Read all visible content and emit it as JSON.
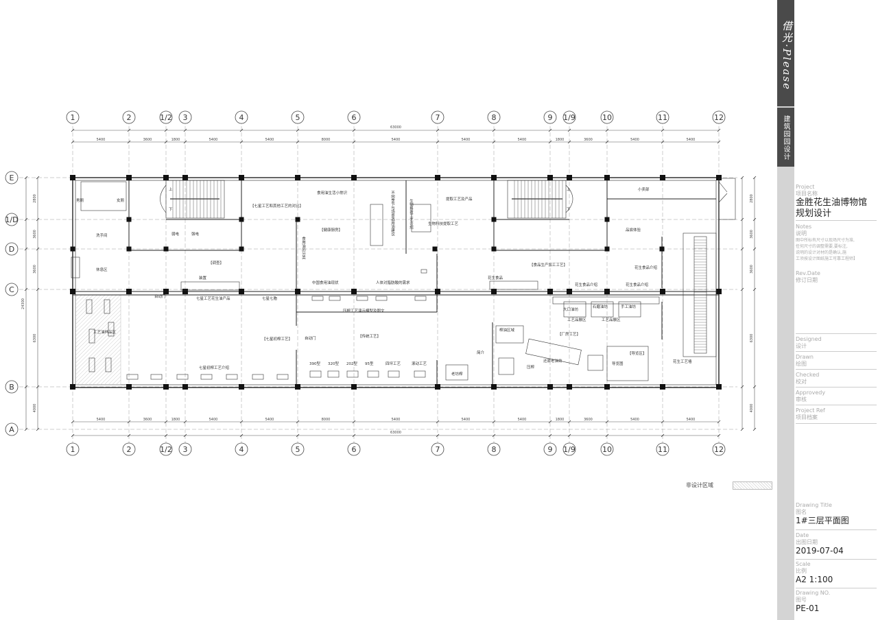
{
  "logo": {
    "text": "借光·Please"
  },
  "brand": {
    "text": "建筑园园设计"
  },
  "grid": {
    "columns": [
      "1",
      "2",
      "1/2",
      "3",
      "4",
      "5",
      "6",
      "7",
      "8",
      "9",
      "1/9",
      "10",
      "11",
      "12"
    ],
    "rows": [
      "E",
      "1/D",
      "D",
      "C",
      "B",
      "A"
    ],
    "top_total": "63000",
    "bottom_total": "63000",
    "dims": [
      "5400",
      "3600",
      "1800",
      "5400",
      "5400",
      "8000",
      "5400",
      "5400",
      "5400",
      "1800",
      "3600",
      "5400",
      "5400"
    ],
    "row_dims_left": [
      "2800",
      "3600",
      "3600",
      "6300",
      "4000"
    ],
    "row_dims_right": [
      "2800",
      "3600",
      "3600",
      "6300",
      "4000"
    ],
    "left_total": "24300"
  },
  "rooms": {
    "men_wc": "男厕",
    "women_wc": "女厕",
    "washroom": "洗手间",
    "rest_area": "休息区",
    "elec_weak": "弱电",
    "elec_strong": "强电",
    "stairs_up": "上",
    "stairs_down": "下",
    "craft_study": "【七星工艺和其他工艺的对比】",
    "edible_oil_knowledge": "食用油生活小常识",
    "not_same": "不同季节与场景选用油建议",
    "health_kitchen": "【健康厨房】",
    "edible_oil_classification": "食用油的分类",
    "bio_craft": "生物科技工艺介绍",
    "extraction": "提取工艺及产品",
    "bio_extraction": "生物科技提取工艺",
    "food_production": "【食品生产加工工艺】",
    "peanut_food_intro": "花生食品介绍",
    "peanut_food": "花生食品",
    "small_booth": "小卖部",
    "gift_experience": "品尝体验",
    "status_quo": "【调查】",
    "oil_bar": "装置",
    "china_oil_status": "中国食用油现状",
    "body_fat": "人体对脂肪酸的需求",
    "seven_star": "七星七胞",
    "seven_star_craft": "七星工艺花生油产品",
    "green_door": "自动门",
    "craft_exhibit": "工艺油样品区",
    "seven_star_press": "【七星初榨工艺】",
    "seven_star_intro": "七星初榨工艺介绍",
    "press_method": "压榨工艺演示模型及图文",
    "traditional_craft": "【传统工艺】",
    "auto_door": "自动门",
    "model_390": "390型",
    "model_320": "320型",
    "model_202": "202型",
    "model_95": "95型",
    "artisan_1": "四坪工艺",
    "artisan_2": "滚动工艺",
    "old_press": "老坊榨",
    "peanut_intro": "花生食品介绍",
    "peanut_demo": "花生食品介绍",
    "dianzi": "大口油坊",
    "oil_store": "石磨油坊",
    "hand_squeeze": "手工油坊",
    "craft_area_1": "工艺品展区",
    "craft_area_2": "工艺品展区",
    "factory_exp": "【厂房工艺】",
    "guide_area": "【导览区】",
    "guide_map": "导览图",
    "peanut_craft": "花生工艺墙",
    "press_demo": "榨油区域",
    "fried_area": "还原老油坊",
    "intro_board": "简介",
    "pressing": "压榨"
  },
  "legend": {
    "label": "非设计区域"
  },
  "title_block": {
    "project_label_en": "Project",
    "project_label_cn": "项目名称",
    "project_name_1": "金胜花生油博物馆",
    "project_name_2": "规划设计",
    "notes_label_en": "Notes",
    "notes_label_cn": "说明",
    "notes_text_1": "图中所标有尺寸以现场尺寸为准,",
    "notes_text_2": "任何尺寸的调整需要,要标注,",
    "notes_text_3": "说明的设计对材的是确认,施",
    "notes_text_4": "工须按设计图纸施工可靠工程师】",
    "rev_label_en": "Rev.Date",
    "rev_label_cn": "修订日期",
    "designed_en": "Designed",
    "designed_cn": "设计",
    "drawn_en": "Drawn",
    "drawn_cn": "绘图",
    "checked_en": "Checked",
    "checked_cn": "校对",
    "approved_en": "Approvedy",
    "approved_cn": "审核",
    "ref_en": "Project Ref",
    "ref_cn": "项目档案",
    "title_en": "Drawing Title",
    "title_cn": "图名",
    "title_value": "1#三层平面图",
    "date_en": "Date",
    "date_cn": "出图日期",
    "date_value": "2019-07-04",
    "scale_en": "Scale",
    "scale_cn": "比例",
    "scale_value": "A2  1:100",
    "no_en": "Drawing NO.",
    "no_cn": "图号",
    "no_value": "PE-01"
  }
}
